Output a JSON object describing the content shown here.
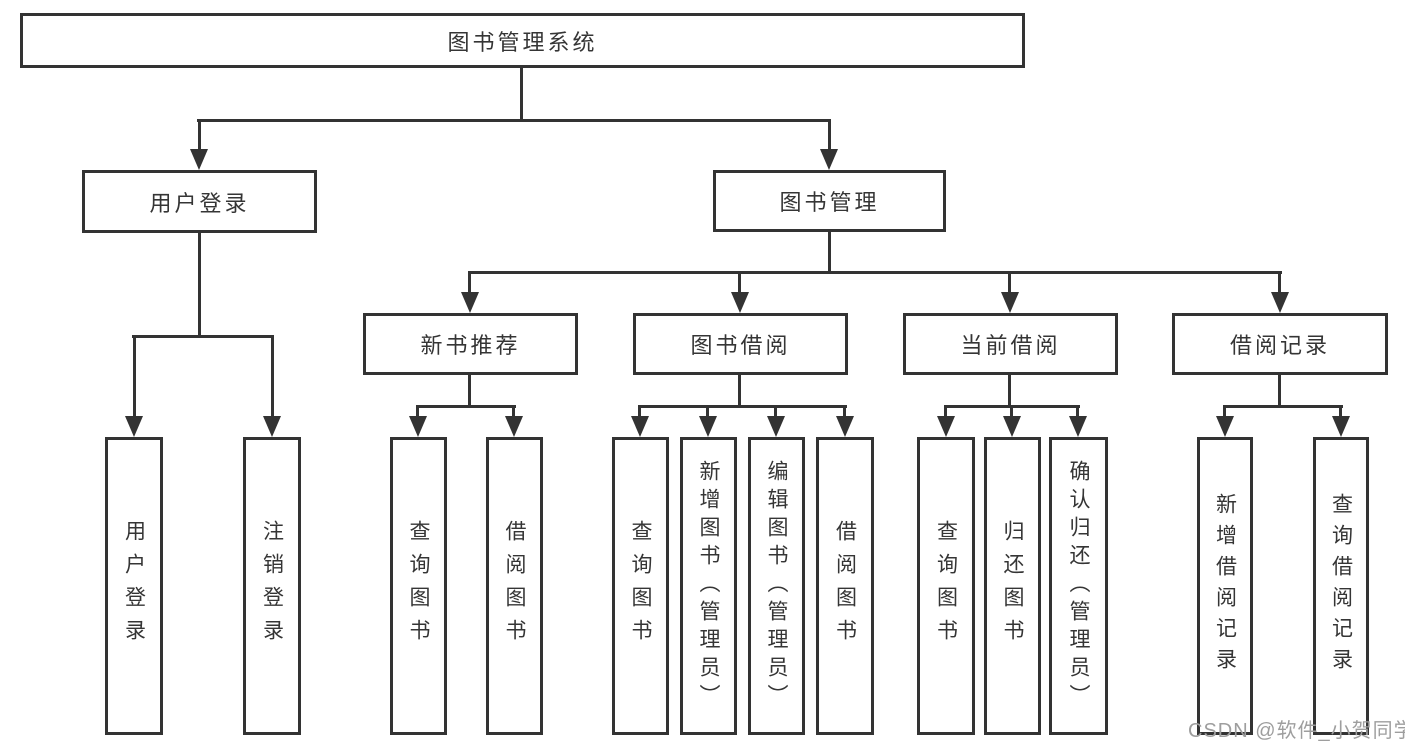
{
  "colors": {
    "line": "#333333",
    "border": "#333333",
    "text": "#353535",
    "background": "#ffffff",
    "watermark": "#9e9e9e"
  },
  "tree": {
    "label": "图书管理系统",
    "children": [
      {
        "label": "用户登录",
        "children": [
          {
            "label": "用户登录"
          },
          {
            "label": "注销登录"
          }
        ]
      },
      {
        "label": "图书管理",
        "children": [
          {
            "label": "新书推荐",
            "children": [
              {
                "label": "查询图书"
              },
              {
                "label": "借阅图书"
              }
            ]
          },
          {
            "label": "图书借阅",
            "children": [
              {
                "label": "查询图书"
              },
              {
                "label": "新增图书（管理员）"
              },
              {
                "label": "编辑图书（管理员）"
              },
              {
                "label": "借阅图书"
              }
            ]
          },
          {
            "label": "当前借阅",
            "children": [
              {
                "label": "查询图书"
              },
              {
                "label": "归还图书"
              },
              {
                "label": "确认归还（管理员）"
              }
            ]
          },
          {
            "label": "借阅记录",
            "children": [
              {
                "label": "新增借阅记录"
              },
              {
                "label": "查询借阅记录"
              }
            ]
          }
        ]
      }
    ]
  },
  "watermark": {
    "text": "CSDN @软件_小贺同学"
  }
}
